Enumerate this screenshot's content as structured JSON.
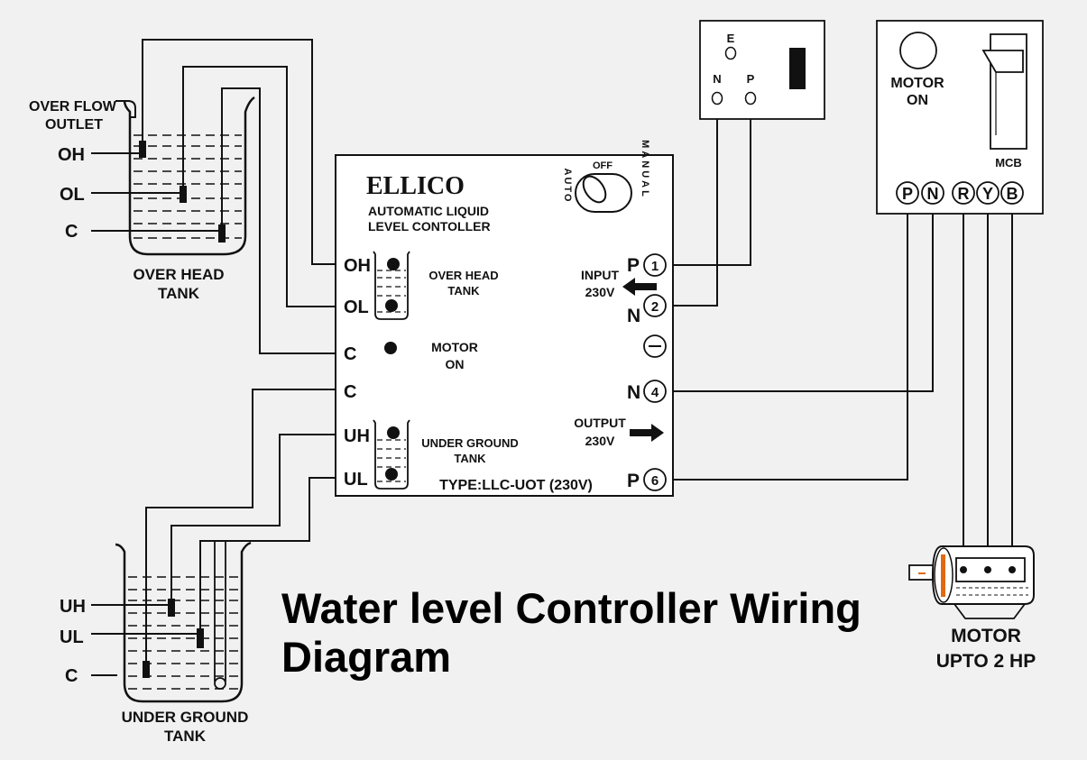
{
  "title": {
    "line1": "Water level Controller Wiring",
    "line2": "Diagram"
  },
  "overhead_tank": {
    "overflow_line1": "OVER FLOW",
    "overflow_line2": "OUTLET",
    "oh": "OH",
    "ol": "OL",
    "c": "C",
    "name_line1": "OVER HEAD",
    "name_line2": "TANK"
  },
  "underground_tank": {
    "uh": "UH",
    "ul": "UL",
    "c": "C",
    "name_line1": "UNDER GROUND",
    "name_line2": "TANK"
  },
  "controller": {
    "brand": "ELLICO",
    "subtitle_line1": "AUTOMATIC LIQUID",
    "subtitle_line2": "LEVEL CONTOLLER",
    "switch_off": "OFF",
    "switch_auto": "AUTO",
    "switch_manual": "MANUAL",
    "left_terms": [
      "OH",
      "OL",
      "C",
      "C",
      "UH",
      "UL"
    ],
    "oh_tank_line1": "OVER HEAD",
    "oh_tank_line2": "TANK",
    "motor_on_line1": "MOTOR",
    "motor_on_line2": "ON",
    "ug_tank_line1": "UNDER GROUND",
    "ug_tank_line2": "TANK",
    "type": "TYPE:LLC-UOT (230V)",
    "input_line1": "INPUT",
    "input_line2": "230V",
    "output_line1": "OUTPUT",
    "output_line2": "230V",
    "right_letters": [
      "P",
      "N",
      "N",
      "P"
    ],
    "right_numbers": [
      "1",
      "2",
      "4",
      "6"
    ]
  },
  "socket": {
    "e": "E",
    "n": "N",
    "p": "P"
  },
  "starter": {
    "motor_on_line1": "MOTOR",
    "motor_on_line2": "ON",
    "mcb": "MCB",
    "terminals": [
      "P",
      "N",
      "R",
      "Y",
      "B"
    ]
  },
  "motor": {
    "name_line1": "MOTOR",
    "name_line2": "UPTO 2 HP"
  }
}
